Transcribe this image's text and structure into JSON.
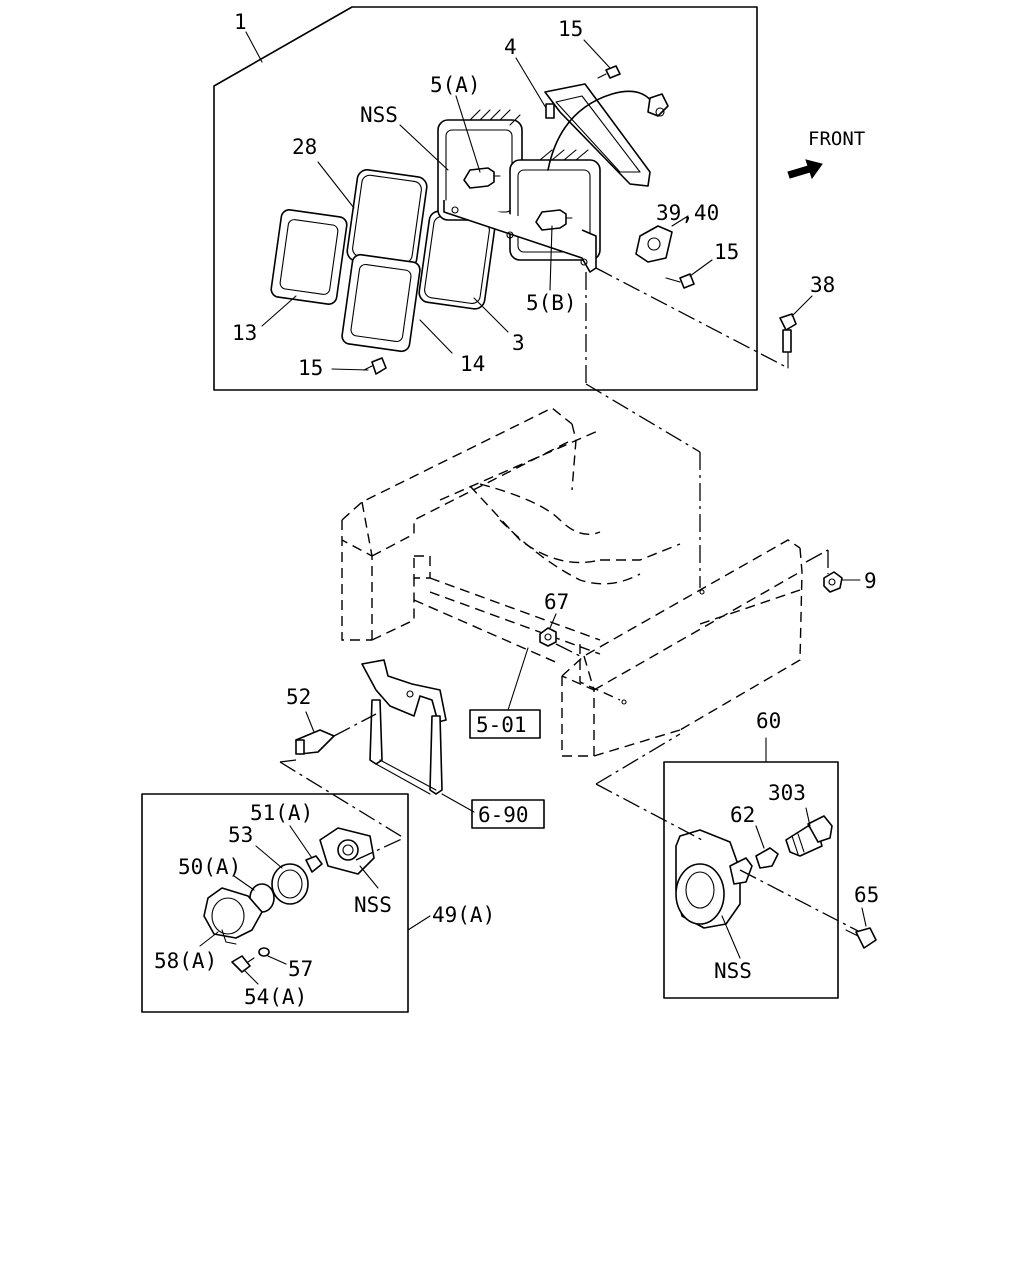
{
  "labels": {
    "l1": "1",
    "l15a": "15",
    "l4": "4",
    "l5a": "5(A)",
    "lnss1": "NSS",
    "l28": "28",
    "l3940": "39,40",
    "l15b": "15",
    "l5b": "5(B)",
    "l13": "13",
    "l14": "14",
    "l3": "3",
    "l15c": "15",
    "l38": "38",
    "front": "FRONT",
    "l9": "9",
    "l67": "67",
    "l52": "52",
    "ref501": "5-01",
    "ref690": "6-90",
    "l60": "60",
    "l303": "303",
    "l62": "62",
    "l65": "65",
    "lnss3": "NSS",
    "l51a": "51(A)",
    "l53": "53",
    "l50a": "50(A)",
    "lnss2": "NSS",
    "l49a": "49(A)",
    "l58a": "58(A)",
    "l57": "57",
    "l54a": "54(A)"
  }
}
